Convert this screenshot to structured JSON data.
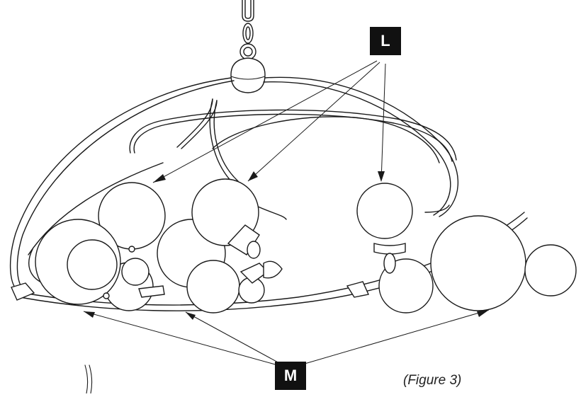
{
  "callouts": {
    "l": "L",
    "m": "M"
  },
  "caption": "(Figure 3)",
  "colors": {
    "line": "#1a1a1a",
    "callout_fill": "#111111",
    "callout_text": "#ffffff"
  }
}
